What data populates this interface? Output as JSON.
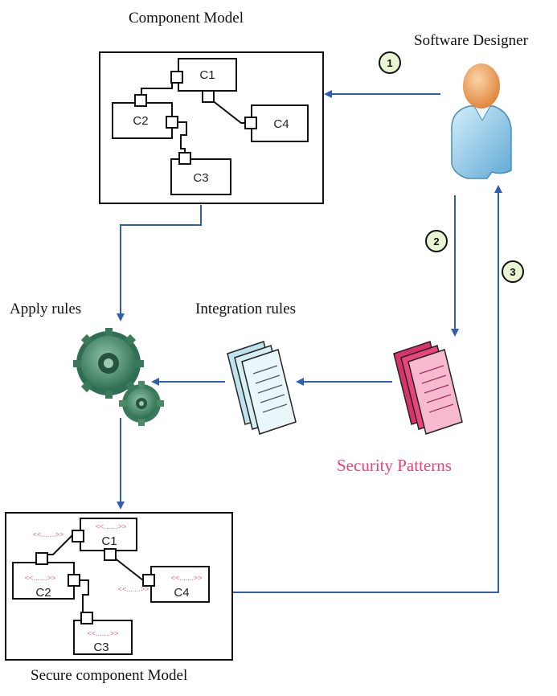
{
  "labels": {
    "component_model": "Component Model",
    "software_designer": "Software Designer",
    "apply_rules": "Apply rules",
    "integration_rules": "Integration rules",
    "security_patterns": "Security Patterns",
    "secure_component_model": "Secure component Model"
  },
  "steps": [
    "1",
    "2",
    "3"
  ],
  "component_model": {
    "components": [
      "C1",
      "C2",
      "C3",
      "C4"
    ]
  },
  "secure_component_model": {
    "components": [
      "C1",
      "C2",
      "C3",
      "C4"
    ],
    "stereotype": "<<.......>>"
  },
  "colors": {
    "arrow": "#2f5fb0",
    "security_text": "#e0457b",
    "person_body": "#9fd2ec",
    "person_head": "#f0a868",
    "gear": "#3e8a6a",
    "integration_doc": "#bfe3ec",
    "security_doc": "#e8457e"
  },
  "icons": [
    "person-icon",
    "gears-icon",
    "documents-icon"
  ]
}
